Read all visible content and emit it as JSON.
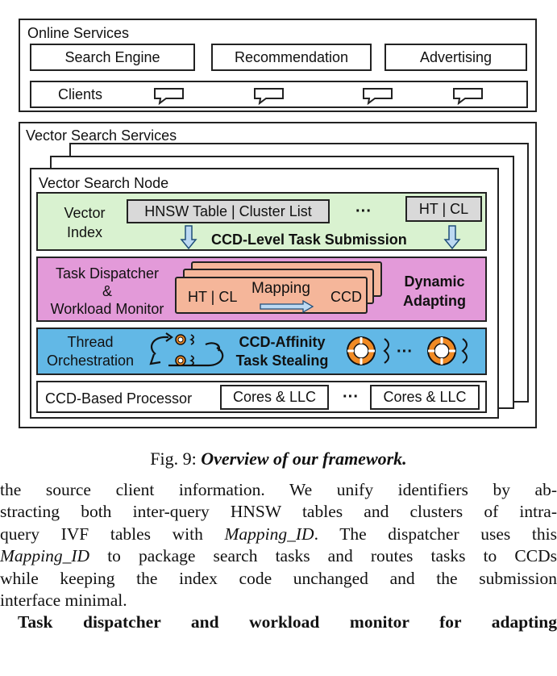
{
  "figure": {
    "online_services": {
      "title": "Online Services",
      "search_engine": "Search Engine",
      "recommendation": "Recommendation",
      "advertising": "Advertising",
      "clients": "Clients"
    },
    "vector_search_services": {
      "title": "Vector Search Services",
      "node_title": "Vector Search Node",
      "vector_index": {
        "label_line1": "Vector",
        "label_line2": "Index",
        "hnsw_box": "HNSW Table | Cluster List",
        "ellipsis": "···",
        "ht_cl_box": "HT | CL",
        "submission_label": "CCD-Level Task Submission"
      },
      "dispatcher": {
        "label_line1": "Task Dispatcher",
        "label_line2": "&",
        "label_line3": "Workload Monitor",
        "ht_cl": "HT | CL",
        "mapping": "Mapping",
        "ccd": "CCD",
        "dynamic_line1": "Dynamic",
        "dynamic_line2": "Adapting"
      },
      "thread": {
        "label_line1": "Thread",
        "label_line2": "Orchestration",
        "affinity_line1": "CCD-Affinity",
        "affinity_line2": "Task Stealing",
        "ellipsis": "···"
      },
      "processor": {
        "label": "CCD-Based Processor",
        "cores1": "Cores & LLC",
        "ellipsis": "···",
        "cores2": "Cores & LLC"
      }
    },
    "colors": {
      "vector_index_bg": "#d9f2d0",
      "dispatcher_bg": "#e39ad9",
      "mapping_card_bg": "#f5b69a",
      "thread_bg": "#62b8e6",
      "gray_box_bg": "#d9d9d9",
      "arrow_fill": "#bcd9f2",
      "icon_orange": "#f08a24"
    }
  },
  "caption": {
    "prefix": "Fig. 9:",
    "title": "Overview of our framework."
  },
  "paragraph": {
    "line1": "the source client information. We unify identifiers by ab-",
    "line2": "stracting both inter-query HNSW tables and clusters of intra-",
    "line3_a": "query IVF tables with ",
    "line3_em": "Mapping_ID",
    "line3_b": ". The dispatcher uses this",
    "line4_em": "Mapping_ID",
    "line4_b": " to package search tasks and routes tasks to CCDs",
    "line5": "while keeping the index code unchanged and the submission",
    "line6": "interface minimal.",
    "line7": "Task dispatcher and workload monitor for adapting"
  }
}
